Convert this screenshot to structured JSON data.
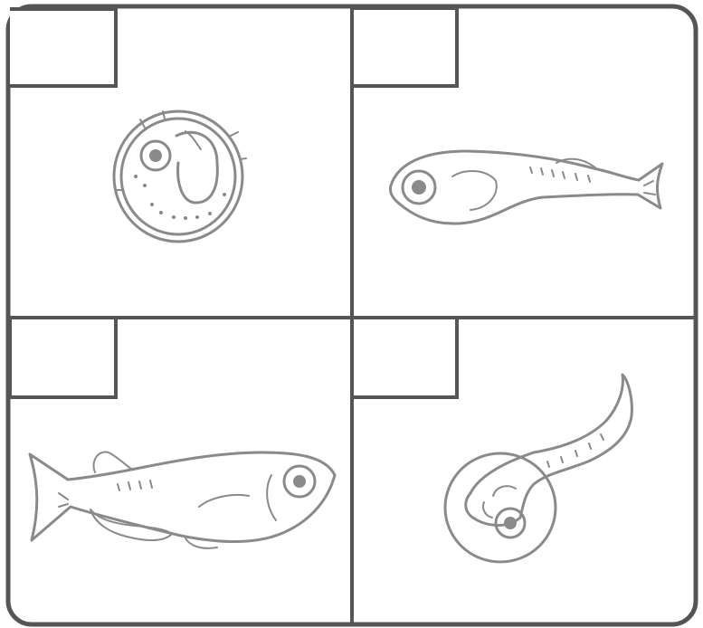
{
  "colors": {
    "frame": "#555555",
    "drawing": "#8a8a8a",
    "background": "#ffffff"
  },
  "panels": [
    {
      "id": "top-left",
      "subject": "egg-with-embryo",
      "label": ""
    },
    {
      "id": "top-right",
      "subject": "larva-fish",
      "label": ""
    },
    {
      "id": "bottom-left",
      "subject": "adult-fish",
      "label": ""
    },
    {
      "id": "bottom-right",
      "subject": "hatching-embryo",
      "label": ""
    }
  ]
}
